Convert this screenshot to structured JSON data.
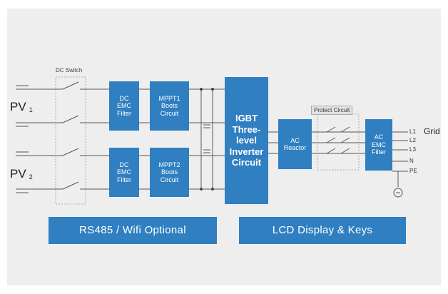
{
  "dc_switch_label": "DC Switch",
  "pv_inputs": [
    {
      "label": "PV",
      "sub": "1"
    },
    {
      "label": "PV",
      "sub": "2"
    }
  ],
  "blocks": {
    "dc_emc_filter_1": "DC\nEMC\nFilter",
    "mppt1": "MPPT1\nBoots\nCircuit",
    "dc_emc_filter_2": "DC\nEMC\nFilter",
    "mppt2": "MPPT2\nBoots\nCircuit",
    "igbt": "IGBT\nThree-\nlevel\nInverter\nCircuit",
    "ac_reactor": "AC\nReactor",
    "ac_emc_filter": "AC\nEMC\nFilter"
  },
  "protect_circuit_label": "Protect Circuit",
  "grid_terminals": [
    "L1",
    "L2",
    "L3",
    "N",
    "PE"
  ],
  "grid_label": "Grid",
  "bottom_bars": {
    "rs485": "RS485 / Wifi  Optional",
    "lcd": "LCD Display & Keys"
  },
  "colors": {
    "block": "#2f7fc1",
    "panel": "#eeeeee",
    "wire": "#444444"
  }
}
